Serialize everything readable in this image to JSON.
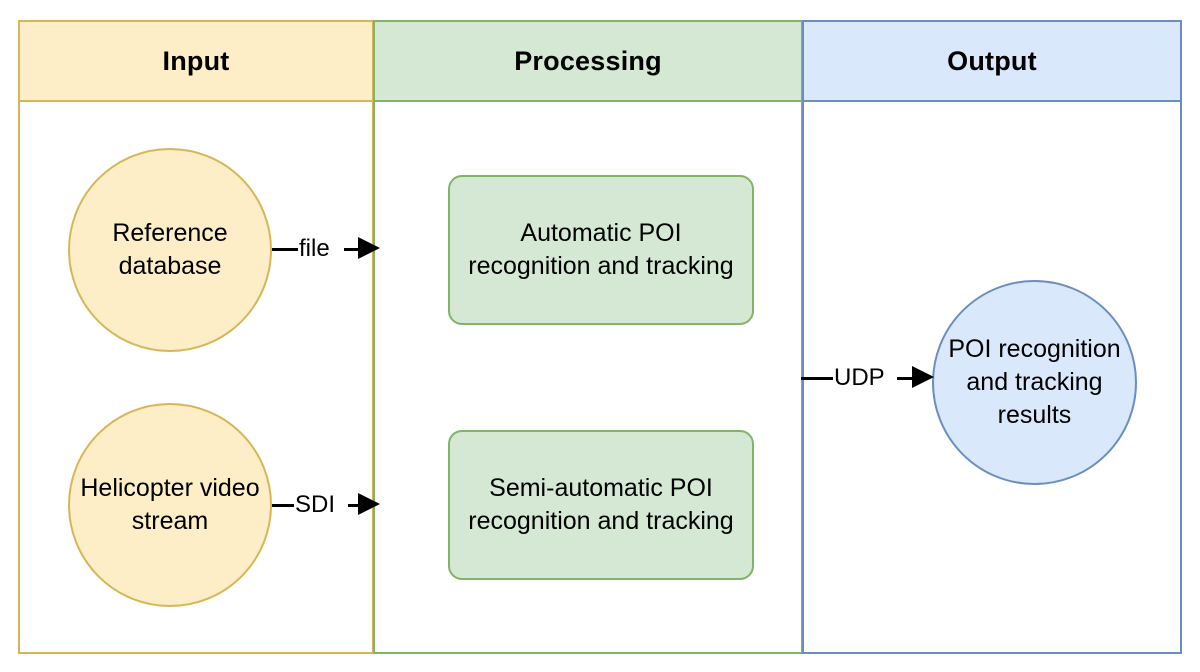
{
  "diagram": {
    "type": "swimlane-flow",
    "lanes": [
      {
        "id": "input",
        "title": "Input",
        "header_fill": "#fdeec8",
        "border_color": "#d6b656"
      },
      {
        "id": "processing",
        "title": "Processing",
        "header_fill": "#d5e8d4",
        "border_color": "#82b366"
      },
      {
        "id": "output",
        "title": "Output",
        "header_fill": "#dae8fc",
        "border_color": "#6c8ebf"
      }
    ],
    "nodes": [
      {
        "id": "reference-database",
        "lane": "input",
        "shape": "ellipse",
        "label": "Reference database",
        "fill": "#fdeec8",
        "stroke": "#d6b656"
      },
      {
        "id": "helicopter-video-stream",
        "lane": "input",
        "shape": "ellipse",
        "label": "Helicopter video stream",
        "fill": "#fdeec8",
        "stroke": "#d6b656"
      },
      {
        "id": "automatic-poi",
        "lane": "processing",
        "shape": "rounded-rect",
        "label": "Automatic POI recognition and tracking",
        "fill": "#d5e8d4",
        "stroke": "#82b366"
      },
      {
        "id": "semi-automatic-poi",
        "lane": "processing",
        "shape": "rounded-rect",
        "label": "Semi-automatic POI recognition and tracking",
        "fill": "#d5e8d4",
        "stroke": "#82b366"
      },
      {
        "id": "poi-results",
        "lane": "output",
        "shape": "ellipse",
        "label": "POI recognition and tracking results",
        "fill": "#dae8fc",
        "stroke": "#6c8ebf"
      }
    ],
    "connectors": [
      {
        "id": "file",
        "label": "file",
        "from": "reference-database",
        "to": "processing",
        "direction": "right"
      },
      {
        "id": "sdi",
        "label": "SDI",
        "from": "helicopter-video-stream",
        "to": "processing",
        "direction": "right"
      },
      {
        "id": "udp",
        "label": "UDP",
        "from": "processing",
        "to": "poi-results",
        "direction": "right"
      }
    ]
  }
}
